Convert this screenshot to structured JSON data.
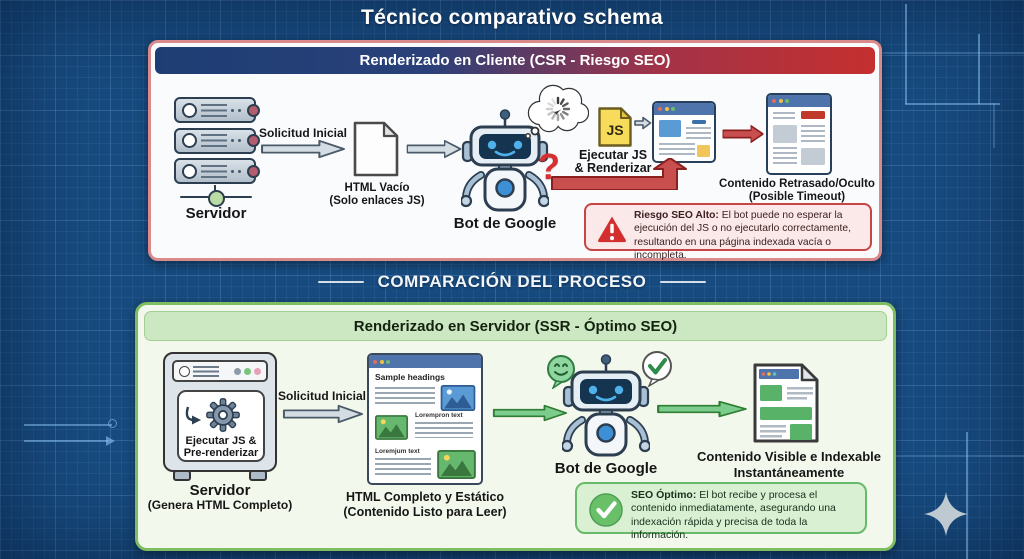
{
  "title": "Técnico comparativo schema",
  "colors": {
    "background": "#174a7e",
    "csr_accent": "#c52f2f",
    "ssr_accent": "#7fbd62",
    "header_gradient_left": "#1d3e74",
    "header_gradient_right": "#c52f2f",
    "warning_bg": "#fbe9e9",
    "success_bg": "#daf0d3"
  },
  "csr": {
    "header": "Renderizado en Cliente (CSR - Riesgo SEO)",
    "server": {
      "label": "Servidor"
    },
    "request_arrow": {
      "label": "Solicitud Inicial"
    },
    "empty_html": {
      "label_line1": "HTML Vacío",
      "label_line2": "(Solo enlaces JS)"
    },
    "bot": {
      "label": "Bot de Google",
      "question_mark": "?"
    },
    "js_step": {
      "badge": "JS",
      "label_line1": "Ejecutar JS",
      "label_line2": "& Renderizar"
    },
    "result": {
      "label_line1": "Contenido Retrasado/Oculto",
      "label_line2": "(Posible Timeout)"
    },
    "warning": {
      "title": "Riesgo SEO Alto:",
      "text": "El bot puede no esperar la ejecución del JS o no ejecutarlo correctamente, resultando en una página indexada vacía o incompleta."
    }
  },
  "divider": {
    "label": "COMPARACIÓN DEL PROCESO"
  },
  "ssr": {
    "header": "Renderizado en Servidor (SSR - Óptimo SEO)",
    "server": {
      "box_line1": "Ejecutar JS &",
      "box_line2": "Pre-renderizar",
      "label_line1": "Servidor",
      "label_line2": "(Genera HTML Completo)"
    },
    "request_arrow": {
      "label": "Solicitud Inicial"
    },
    "full_html": {
      "heading": "Sample headings",
      "caption1": "Lorempron text",
      "caption2": "Loremjum text",
      "label_line1": "HTML Completo y Estático",
      "label_line2": "(Contenido Listo para Leer)"
    },
    "bot": {
      "label": "Bot de Google"
    },
    "result": {
      "label_line1": "Contenido Visible e Indexable",
      "label_line2": "Instantáneamente"
    },
    "success": {
      "title": "SEO Óptimo:",
      "text": "El bot recibe y procesa el contenido inmediatamente, asegurando una indexación rápida y precisa de toda la información."
    }
  }
}
